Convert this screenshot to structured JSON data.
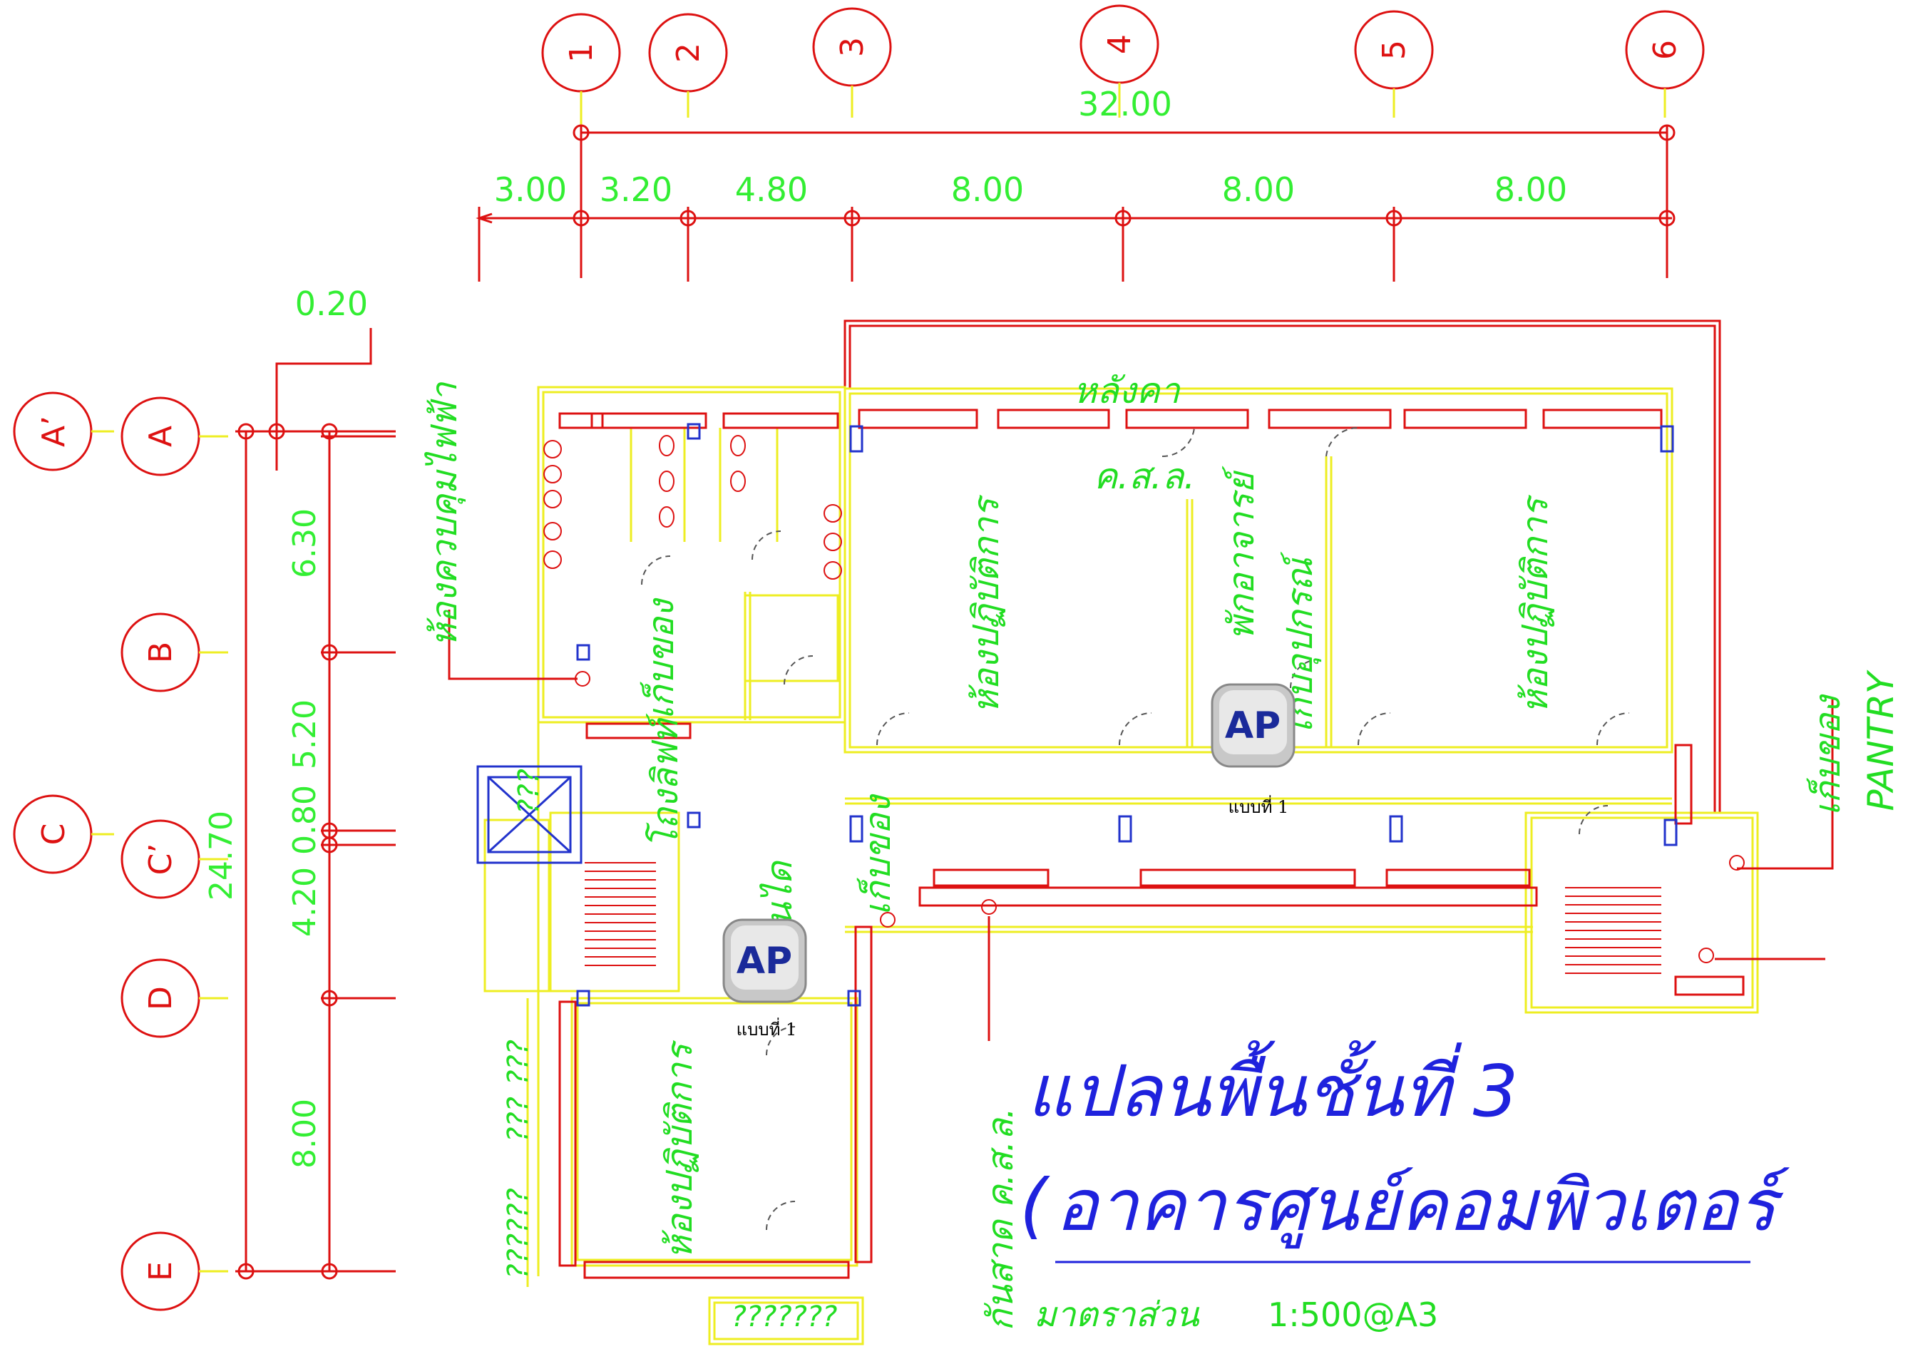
{
  "title": {
    "line1": "แปลนพื้นชั้นที่ 3",
    "line2_open": "(",
    "line2": "อาคารศูนย์คอมพิวเตอร์",
    "scale_label": "มาตราส่วน",
    "scale_value": "1:500@A3"
  },
  "grid_columns": [
    "1",
    "2",
    "3",
    "4",
    "5",
    "6"
  ],
  "grid_rows": [
    "A’",
    "A",
    "B",
    "C",
    "C’",
    "D",
    "E"
  ],
  "dimensions_top": {
    "overall": "32.00",
    "segments": [
      "3.00",
      "3.20",
      "4.80",
      "8.00",
      "8.00",
      "8.00"
    ]
  },
  "dimensions_left": {
    "overall": "24.70",
    "offset": "0.20",
    "segments": [
      "6.30",
      "5.20",
      "0.80",
      "4.20",
      "8.00"
    ]
  },
  "rooms": {
    "electrical_room": "ห้องควบคุมไฟฟ้า",
    "storage_top": "เก็บของ",
    "lift": "โถงลิฟท์",
    "stair": "บันได",
    "storage_mid": "เก็บของ",
    "practice_left": "ห้องปฏิบัติการ",
    "practice_main": "ห้องปฏิบัติการ",
    "teachers": "พักอาจารย์",
    "equipment": "เก็บอุปกรณ์",
    "practice_right": "ห้องปฏิบัติการ",
    "roof": "หลังคา",
    "roof2": "ค.ส.ล.",
    "canopy": "กันสาด ค.ส.ล.",
    "storage_right": "เก็บของ",
    "pantry": "PANTRY",
    "unknown_lift": "???",
    "unknown_left1": "??????",
    "unknown_left2": "???",
    "unknown_left3": "???",
    "unknown_bottom": "???????"
  },
  "access_points": [
    {
      "label": "AP",
      "caption": "แบบที่ 1"
    },
    {
      "label": "AP",
      "caption": "แบบที่ 1"
    }
  ],
  "colors": {
    "grid": "#dd1111",
    "dimension": "#33ee33",
    "wall": "#eeee22",
    "window": "#dd1111",
    "column": "#2233cc",
    "title": "#1f22dd"
  }
}
